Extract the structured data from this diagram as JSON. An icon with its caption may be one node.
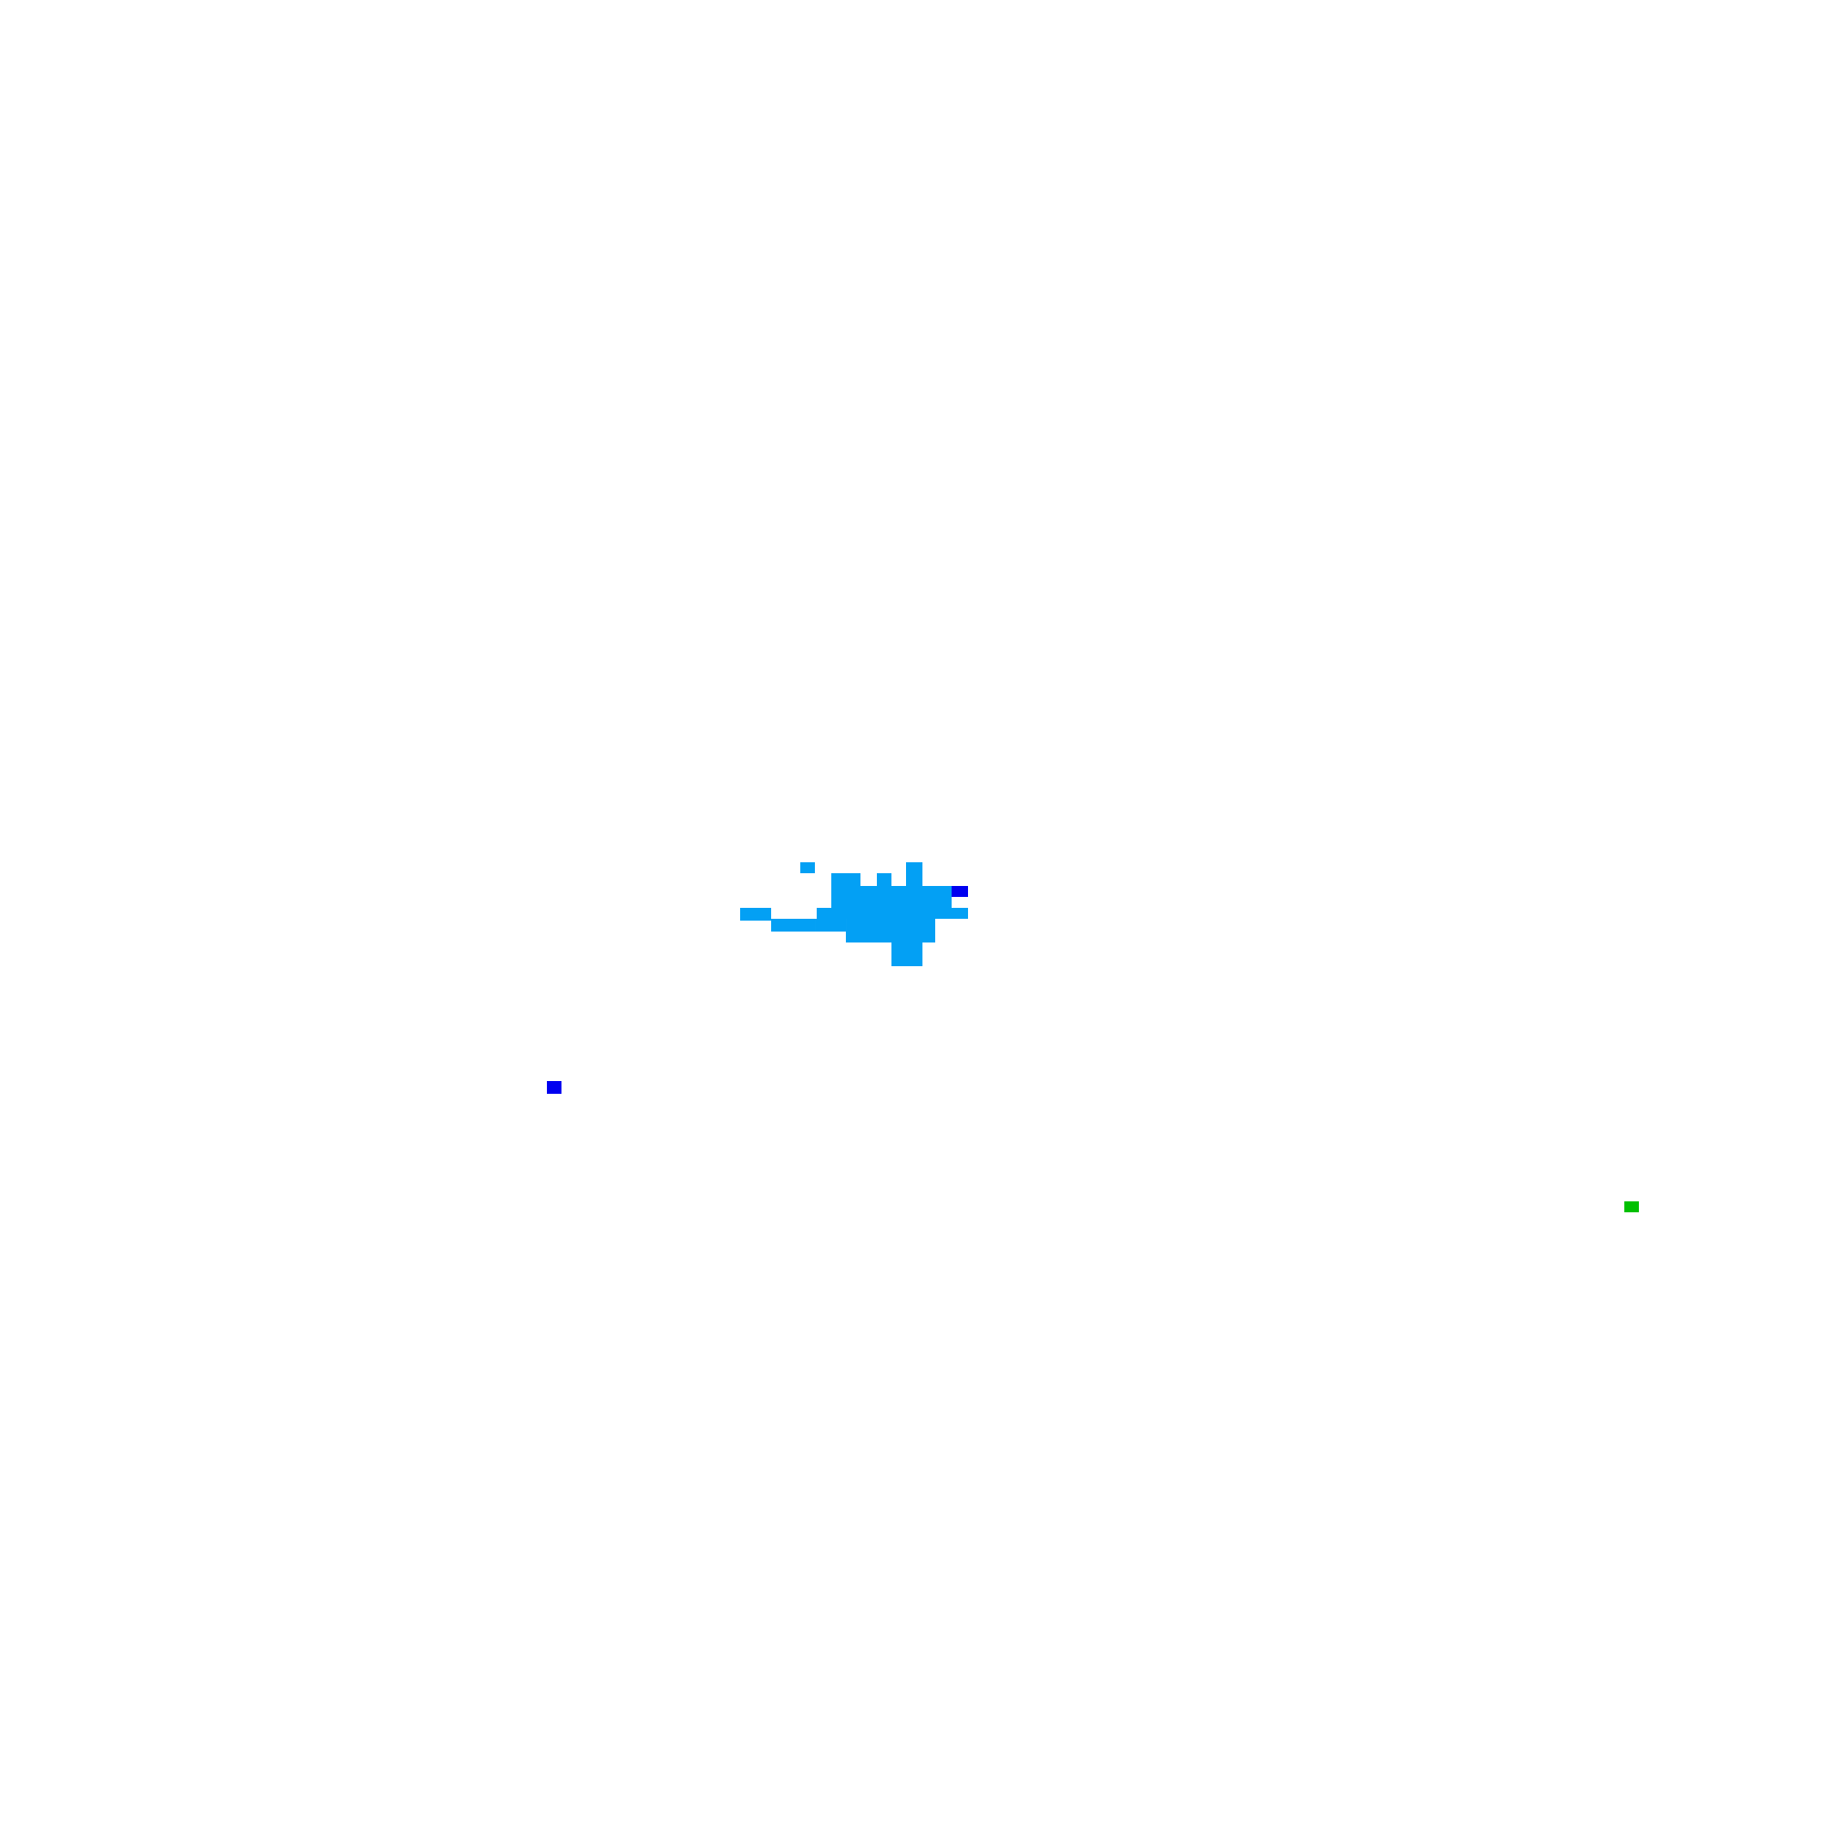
{
  "diagram": {
    "nodes": [
      {
        "text": [],
        "shape": "picture"
      },
      {
        "text": [],
        "shape": "box"
      },
      {
        "text": [],
        "shape": "box"
      }
    ]
  }
}
